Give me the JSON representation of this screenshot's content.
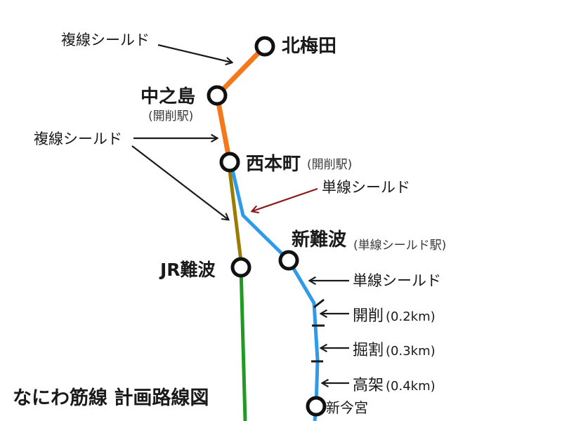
{
  "title": "なにわ筋線 計画路線図",
  "stations": {
    "kita_umeda": {
      "name": "北梅田"
    },
    "nakanoshima": {
      "name": "中之島",
      "note": "(開削駅)"
    },
    "nishi_hommachi": {
      "name": "西本町",
      "note": "(開削駅)"
    },
    "shin_namba": {
      "name": "新難波",
      "note": "(単線シールド駅)"
    },
    "jr_namba": {
      "name": "JR難波"
    },
    "shin_imamiya": {
      "name": "新今宮"
    }
  },
  "annotations": {
    "double_shield_top": "複線シールド",
    "double_shield_mid": "複線シールド",
    "single_shield_red": "単線シールド",
    "single_shield_black": "単線シールド",
    "cut_section": {
      "label": "開削",
      "detail": "(0.2km)"
    },
    "cutting_section": {
      "label": "掘割",
      "detail": "(0.3km)"
    },
    "elevated_section": {
      "label": "高架",
      "detail": "(0.4km)"
    }
  },
  "colors": {
    "double_shield_line": "#F5791A",
    "single_shield_line": "#2E9BEA",
    "jr_connection_line": "#9A7C00",
    "existing_line": "#229922",
    "station_red": "#E60000",
    "single_shield_label": "#8B1A1A",
    "arrow_black": "#1a1a1a"
  }
}
